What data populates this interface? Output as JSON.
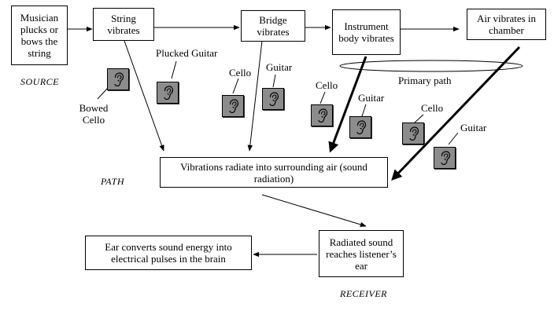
{
  "boxes": {
    "source_action": "Musician plucks or bows the string",
    "string": "String vibrates",
    "bridge": "Bridge vibrates",
    "body": "Instrument body vibrates",
    "air_chamber": "Air vibrates in chamber",
    "radiation": "Vibrations radiate into surrounding air (sound radiation)",
    "reaches_ear": "Radiated sound reaches listener’s ear",
    "converts": "Ear converts sound energy into electrical pulses in the brain"
  },
  "stage_labels": {
    "source": "SOURCE",
    "path": "PATH",
    "receiver": "RECEIVER"
  },
  "ear_labels": {
    "bowed_cello": "Bowed Cello",
    "plucked_guitar": "Plucked Guitar",
    "bridge_cello": "Cello",
    "bridge_guitar": "Guitar",
    "body_cello": "Cello",
    "body_guitar": "Guitar",
    "air_cello": "Cello",
    "air_guitar": "Guitar"
  },
  "primary_path": "Primary path",
  "icons": [
    "ear-icon"
  ]
}
